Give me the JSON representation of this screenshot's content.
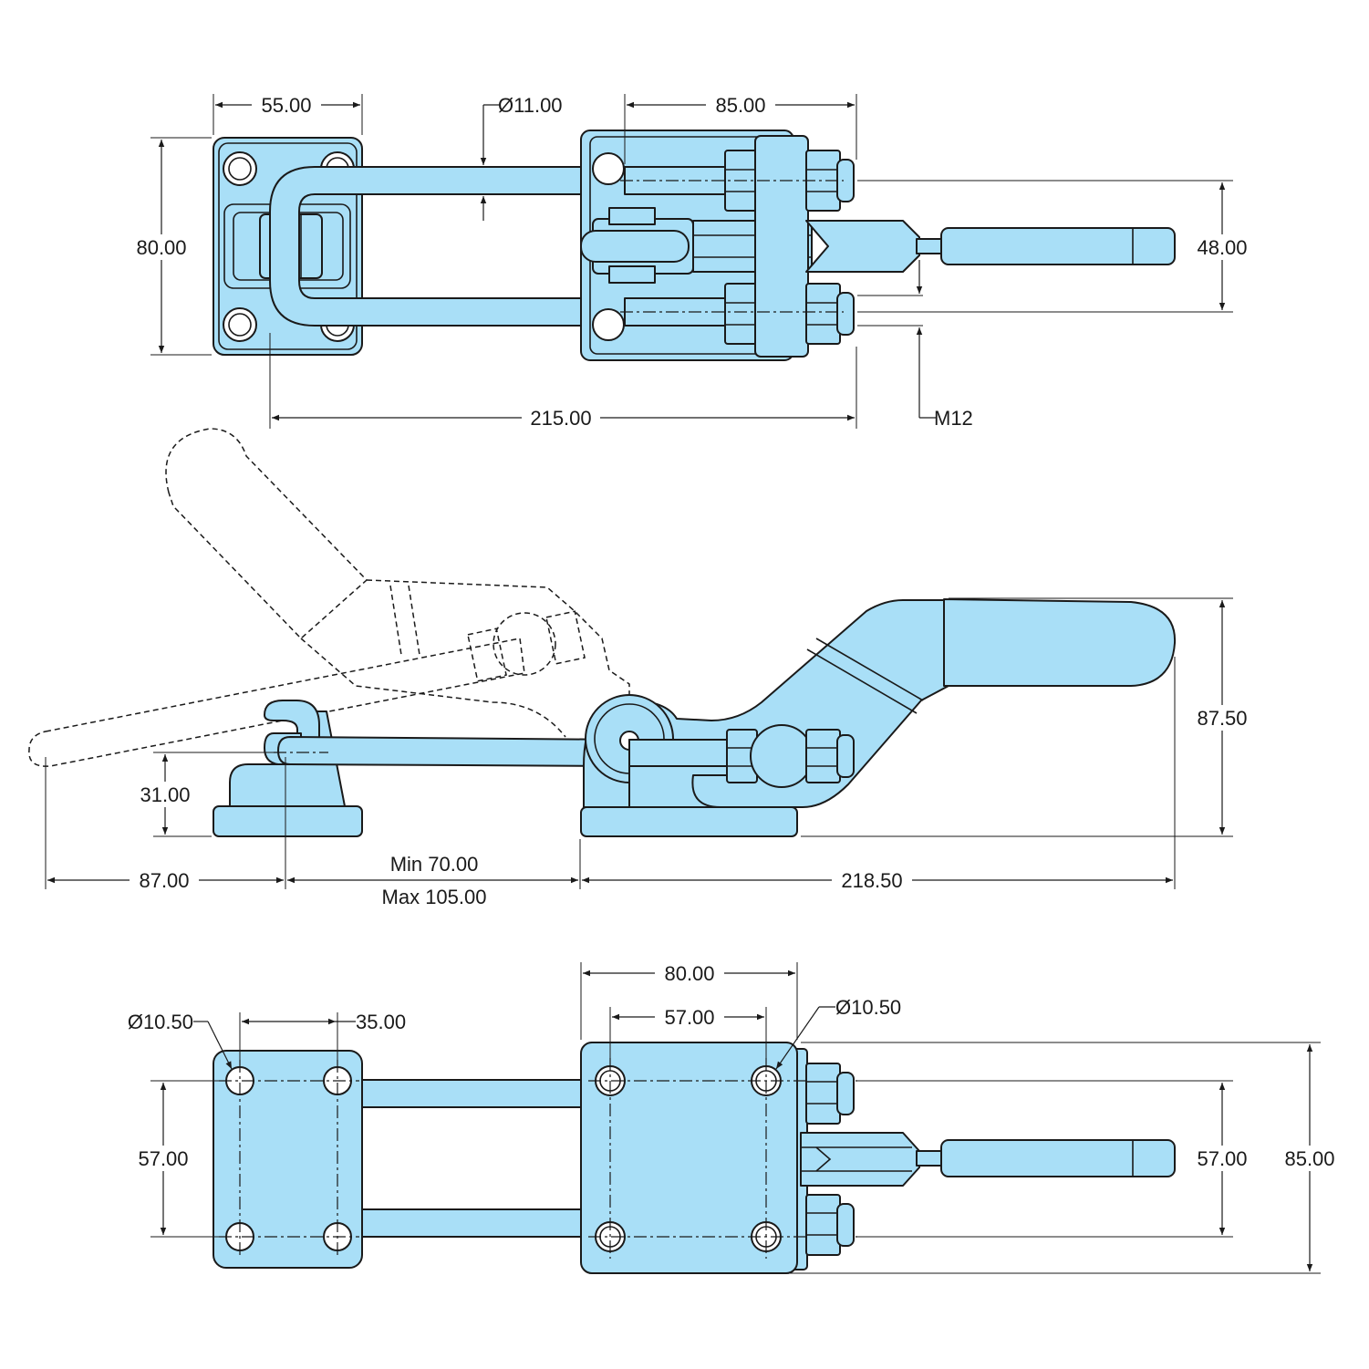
{
  "colors": {
    "part_fill": "#a9dff7",
    "line": "#1a1a1a",
    "background": "#ffffff"
  },
  "top_view": {
    "base_width": "55.00",
    "rod_diameter": "Ø11.00",
    "body_width": "85.00",
    "base_height": "80.00",
    "rod_spacing": "48.00",
    "overall_length": "215.00",
    "thread": "M12"
  },
  "side_view": {
    "handle_height": "87.50",
    "hook_height": "31.00",
    "handle_travel": "87.00",
    "stroke_min": "Min 70.00",
    "stroke_max": "Max 105.00",
    "body_length": "218.50"
  },
  "bottom_view": {
    "hole_diameter_left": "Ø10.50",
    "hole_spacing_x_left": "35.00",
    "hole_spacing_y_left": "57.00",
    "body_width": "80.00",
    "hole_spacing_x_right": "57.00",
    "hole_diameter_right": "Ø10.50",
    "hole_spacing_y_right": "57.00",
    "body_height": "85.00"
  }
}
